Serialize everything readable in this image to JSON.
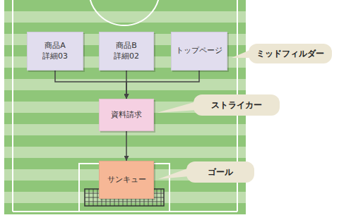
{
  "diagram": {
    "nodes": [
      {
        "text": [
          "商品A 詳細03"
        ]
      },
      {
        "text": [
          "商品B 詳細02"
        ]
      },
      {
        "text": [
          "トップページ"
        ]
      },
      {
        "text": [
          "ミッドフィルダー"
        ]
      },
      {
        "text": [
          "資料請求"
        ]
      },
      {
        "text": [
          "ストライカー"
        ]
      },
      {
        "text": [
          "サンキュー"
        ]
      },
      {
        "text": [
          "ゴール"
        ]
      }
    ],
    "edges": [
      {
        "from": 0,
        "to": 4,
        "arrow": "to"
      },
      {
        "from": 1,
        "to": 4,
        "arrow": "to"
      },
      {
        "from": 2,
        "to": 4,
        "arrow": "to"
      },
      {
        "from": 4,
        "to": 6,
        "arrow": "to"
      }
    ]
  }
}
